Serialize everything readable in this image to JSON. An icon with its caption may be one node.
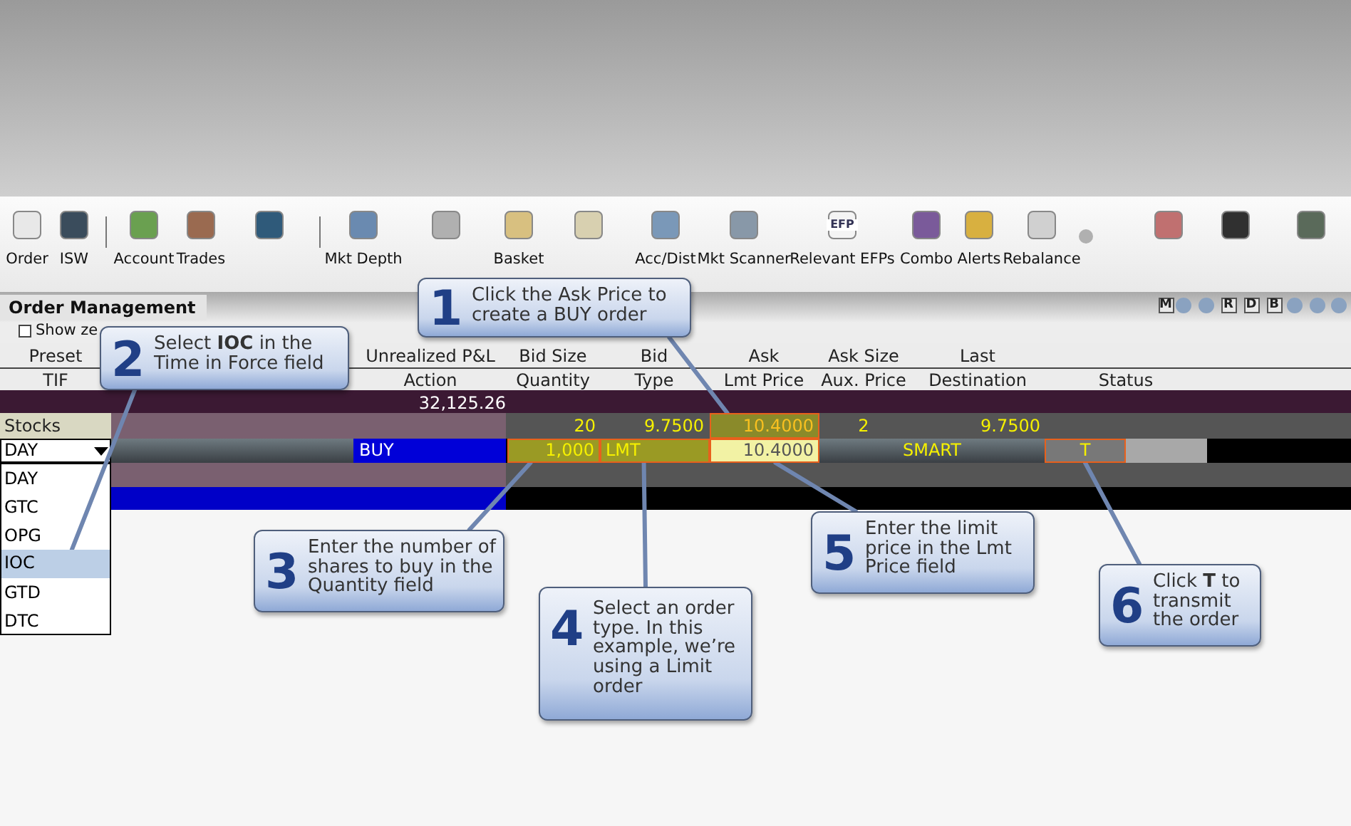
{
  "diagram": {
    "nodes": [
      {
        "text": [
          "1",
          "Click the Ask Price to create a BUY order"
        ]
      },
      {
        "text": [
          "2",
          "Select **IOC** in the Time in Force field"
        ]
      },
      {
        "text": [
          "10.4000"
        ]
      },
      {
        "text": [
          "IOC"
        ]
      },
      {
        "text": [
          "1,000"
        ]
      },
      {
        "text": [
          "LMT"
        ]
      },
      {
        "text": [
          "10.4000"
        ]
      },
      {
        "text": [
          "T"
        ]
      },
      {
        "text": [
          "3",
          "Enter the number of shares to buy in the Quantity field"
        ]
      },
      {
        "text": [
          "5",
          "Enter the limit price in the Lmt Price field"
        ]
      },
      {
        "text": [
          "4",
          "Select an order type. In this example, we’re using a Limit order"
        ]
      },
      {
        "text": [
          "6",
          "Click **T** to transmit the order"
        ]
      }
    ],
    "edges": [
      {
        "from": 0,
        "to": 2,
        "arrow": "none"
      },
      {
        "from": 1,
        "to": 3,
        "arrow": "none"
      },
      {
        "from": 8,
        "to": 4,
        "arrow": "none"
      },
      {
        "from": 10,
        "to": 5,
        "arrow": "none"
      },
      {
        "from": 9,
        "to": 6,
        "arrow": "none"
      },
      {
        "from": 11,
        "to": 7,
        "arrow": "none"
      }
    ],
    "labels": [
      "Order",
      "ISW",
      "Account",
      "Trades",
      "Mkt Depth",
      "Basket",
      "Acc/Dist",
      "Mkt Scanner",
      "EFP",
      "Relevant EFPs",
      "Combo",
      "Alerts",
      "Rebalance",
      "Order Management",
      "Show ze",
      "M",
      "R",
      "D",
      "B",
      "Preset",
      "Unrealized P&L",
      "Bid Size",
      "Bid",
      "Ask",
      "Ask Size",
      "Last",
      "TIF",
      "Action",
      "Quantity",
      "Type",
      "Lmt Price",
      "Aux. Price",
      "Destination",
      "Status",
      "32,125.26",
      "Stocks",
      "20",
      "9.7500",
      "2",
      "9.7500",
      "DAY",
      "BUY",
      "SMART",
      "DAY",
      "GTC",
      "OPG",
      "GTD",
      "DTC"
    ]
  }
}
